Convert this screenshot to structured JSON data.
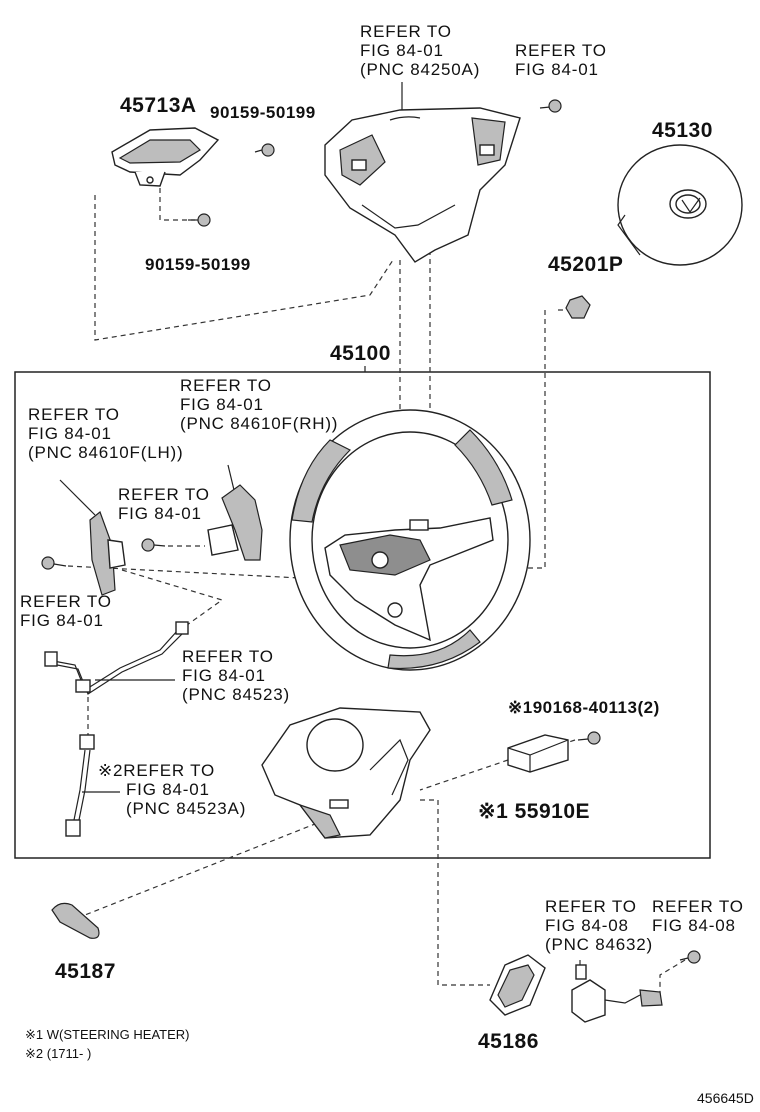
{
  "labels": {
    "ref_84250a": [
      "REFER TO",
      "FIG 84-01",
      "(PNC 84250A)"
    ],
    "ref_fig8401_top": [
      "REFER TO",
      "FIG 84-01"
    ],
    "part_45713a": "45713A",
    "bolt_top_right": "90159-50199",
    "bolt_bottom": "90159-50199",
    "part_45130": "45130",
    "part_45201p": "45201P",
    "part_45100": "45100",
    "ref_84610f_rh": [
      "REFER TO",
      "FIG 84-01",
      "(PNC 84610F(RH))"
    ],
    "ref_84610f_lh": [
      "REFER TO",
      "FIG 84-01",
      "(PNC 84610F(LH))"
    ],
    "ref_fig8401_mid": [
      "REFER TO",
      "FIG 84-01"
    ],
    "ref_fig8401_left": [
      "REFER TO",
      "FIG 84-01"
    ],
    "ref_84523": [
      "REFER TO",
      "FIG 84-01",
      "(PNC 84523)"
    ],
    "ref_84523a": [
      "※2REFER TO",
      "FIG 84-01",
      "(PNC 84523A)"
    ],
    "bolt_90168": "※190168-40113(2)",
    "part_55910e": "※1 55910E",
    "part_45187": "45187",
    "part_45186": "45186",
    "ref_84632": [
      "REFER TO",
      "FIG 84-08",
      "(PNC 84632)"
    ],
    "ref_fig8408": [
      "REFER TO",
      "FIG 84-08"
    ],
    "footnote_1": "※1 W(STEERING HEATER)",
    "footnote_2": "※2 (1711-        )",
    "diagram_code": "456645D"
  }
}
